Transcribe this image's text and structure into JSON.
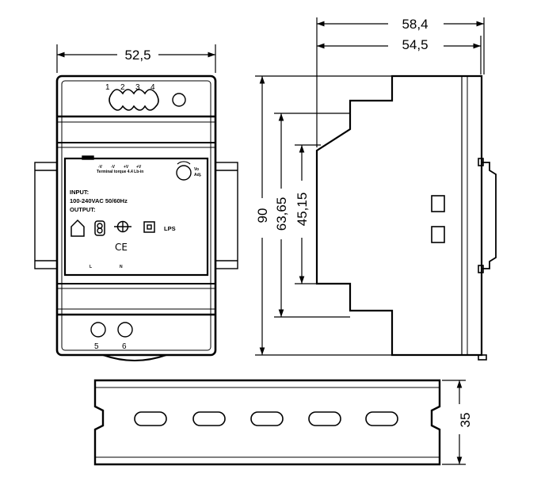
{
  "dimensions": {
    "front_width": "52,5",
    "total_depth": "58,4",
    "inner_depth": "54,5",
    "height_total": "90",
    "height_mid": "63,65",
    "height_inner": "45,15",
    "rail_height": "35"
  },
  "terminals": {
    "top_labels": [
      "1",
      "2",
      "3",
      "4"
    ],
    "bottom_labels": [
      "5",
      "6"
    ]
  },
  "label": {
    "output_terminals": [
      "-V",
      "-V",
      "+V",
      "+V"
    ],
    "torque_note": "Terminal torque 4.4 Lb-in",
    "vo_adj_line1": "Vo",
    "vo_adj_line2": "Adj.",
    "input_heading": "INPUT:",
    "input_spec": "100-240VAC  50/60Hz",
    "output_heading": "OUTPUT:",
    "lps_mark": "LPS",
    "ce_mark": "CE",
    "terminal_l": "L",
    "terminal_n": "N"
  }
}
